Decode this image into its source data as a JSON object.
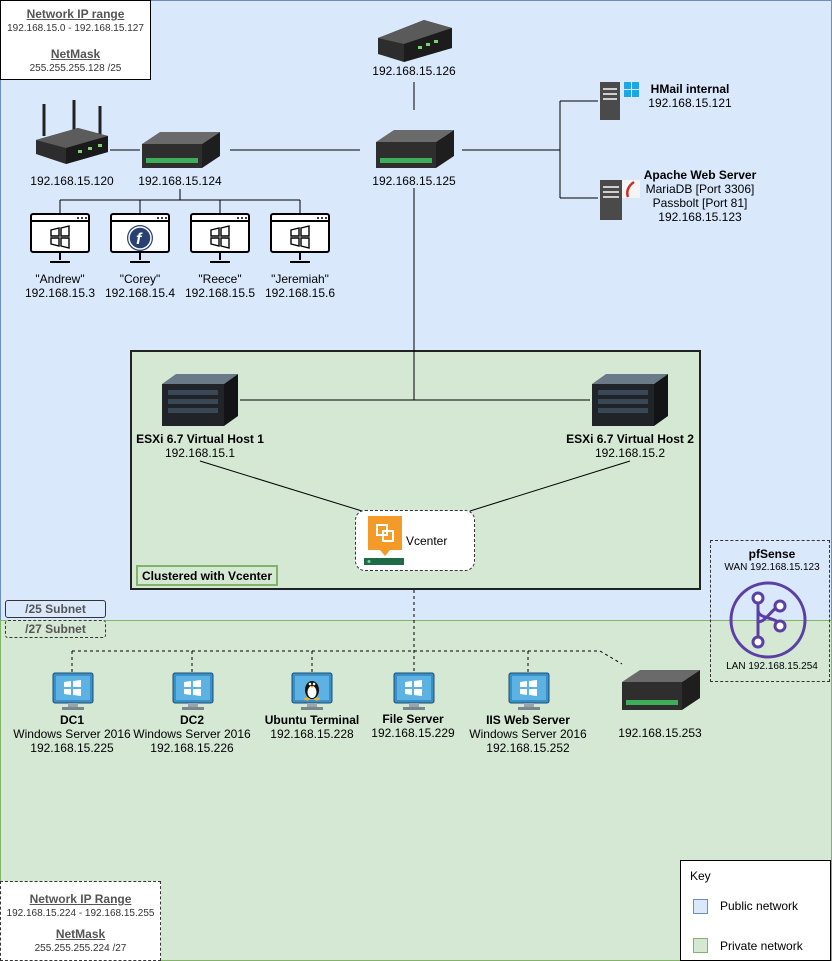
{
  "colors": {
    "public": "#dae8fc",
    "public_border": "#6c8ebf",
    "private": "#d5e8d4",
    "private_border": "#82b366",
    "cluster": "#d5e8d4",
    "pfsense": "#5b3fa6"
  },
  "public_info": {
    "range_title": "Network IP range",
    "range_value": "192.168.15.0 - 192.168.15.127",
    "mask_title": "NetMask",
    "mask_value": "255.255.255.128 /25"
  },
  "private_info": {
    "range_title": "Network IP Range",
    "range_value": "192.168.15.224 - 192.168.15.255",
    "mask_title": "NetMask",
    "mask_value": "255.255.255.224 /27"
  },
  "subnets": {
    "s25": "/25 Subnet",
    "s27": "/27 Subnet"
  },
  "top_router": {
    "ip": "192.168.15.126"
  },
  "router_left": {
    "ip": "192.168.15.120"
  },
  "switch_left": {
    "ip": "192.168.15.124"
  },
  "switch_main": {
    "ip": "192.168.15.125"
  },
  "hmail": {
    "name": "HMail internal",
    "ip": "192.168.15.121"
  },
  "apache": {
    "name": "Apache Web Server",
    "line1": "MariaDB [Port 3306]",
    "line2": "Passbolt [Port 81]",
    "ip": "192.168.15.123"
  },
  "workstations": [
    {
      "name": "\"Andrew\"",
      "ip": "192.168.15.3",
      "os": "windows"
    },
    {
      "name": "\"Corey\"",
      "ip": "192.168.15.4",
      "os": "fedora"
    },
    {
      "name": "\"Reece\"",
      "ip": "192.168.15.5",
      "os": "windows"
    },
    {
      "name": "\"Jeremiah\"",
      "ip": "192.168.15.6",
      "os": "windows"
    }
  ],
  "cluster": {
    "label": "Clustered with Vcenter",
    "host1": {
      "name": "ESXi 6.7 Virtual Host 1",
      "ip": "192.168.15.1"
    },
    "host2": {
      "name": "ESXi 6.7 Virtual Host 2",
      "ip": "192.168.15.2"
    },
    "vcenter": "Vcenter"
  },
  "pfsense": {
    "name": "pfSense",
    "wan": "WAN 192.168.15.123",
    "lan": "LAN 192.168.15.254"
  },
  "private_nodes": [
    {
      "name": "DC1",
      "os": "Windows Server 2016",
      "ip": "192.168.15.225"
    },
    {
      "name": "DC2",
      "os": "Windows Server 2016",
      "ip": "192.168.15.226"
    },
    {
      "name": "Ubuntu Terminal",
      "os": "",
      "ip": "192.168.15.228"
    },
    {
      "name": "File Server",
      "os": "",
      "ip": "192.168.15.229"
    },
    {
      "name": "IIS Web Server",
      "os": "Windows Server 2016",
      "ip": "192.168.15.252"
    }
  ],
  "switch_private": {
    "ip": "192.168.15.253"
  },
  "key": {
    "title": "Key",
    "public": "Public network",
    "private": "Private network"
  }
}
